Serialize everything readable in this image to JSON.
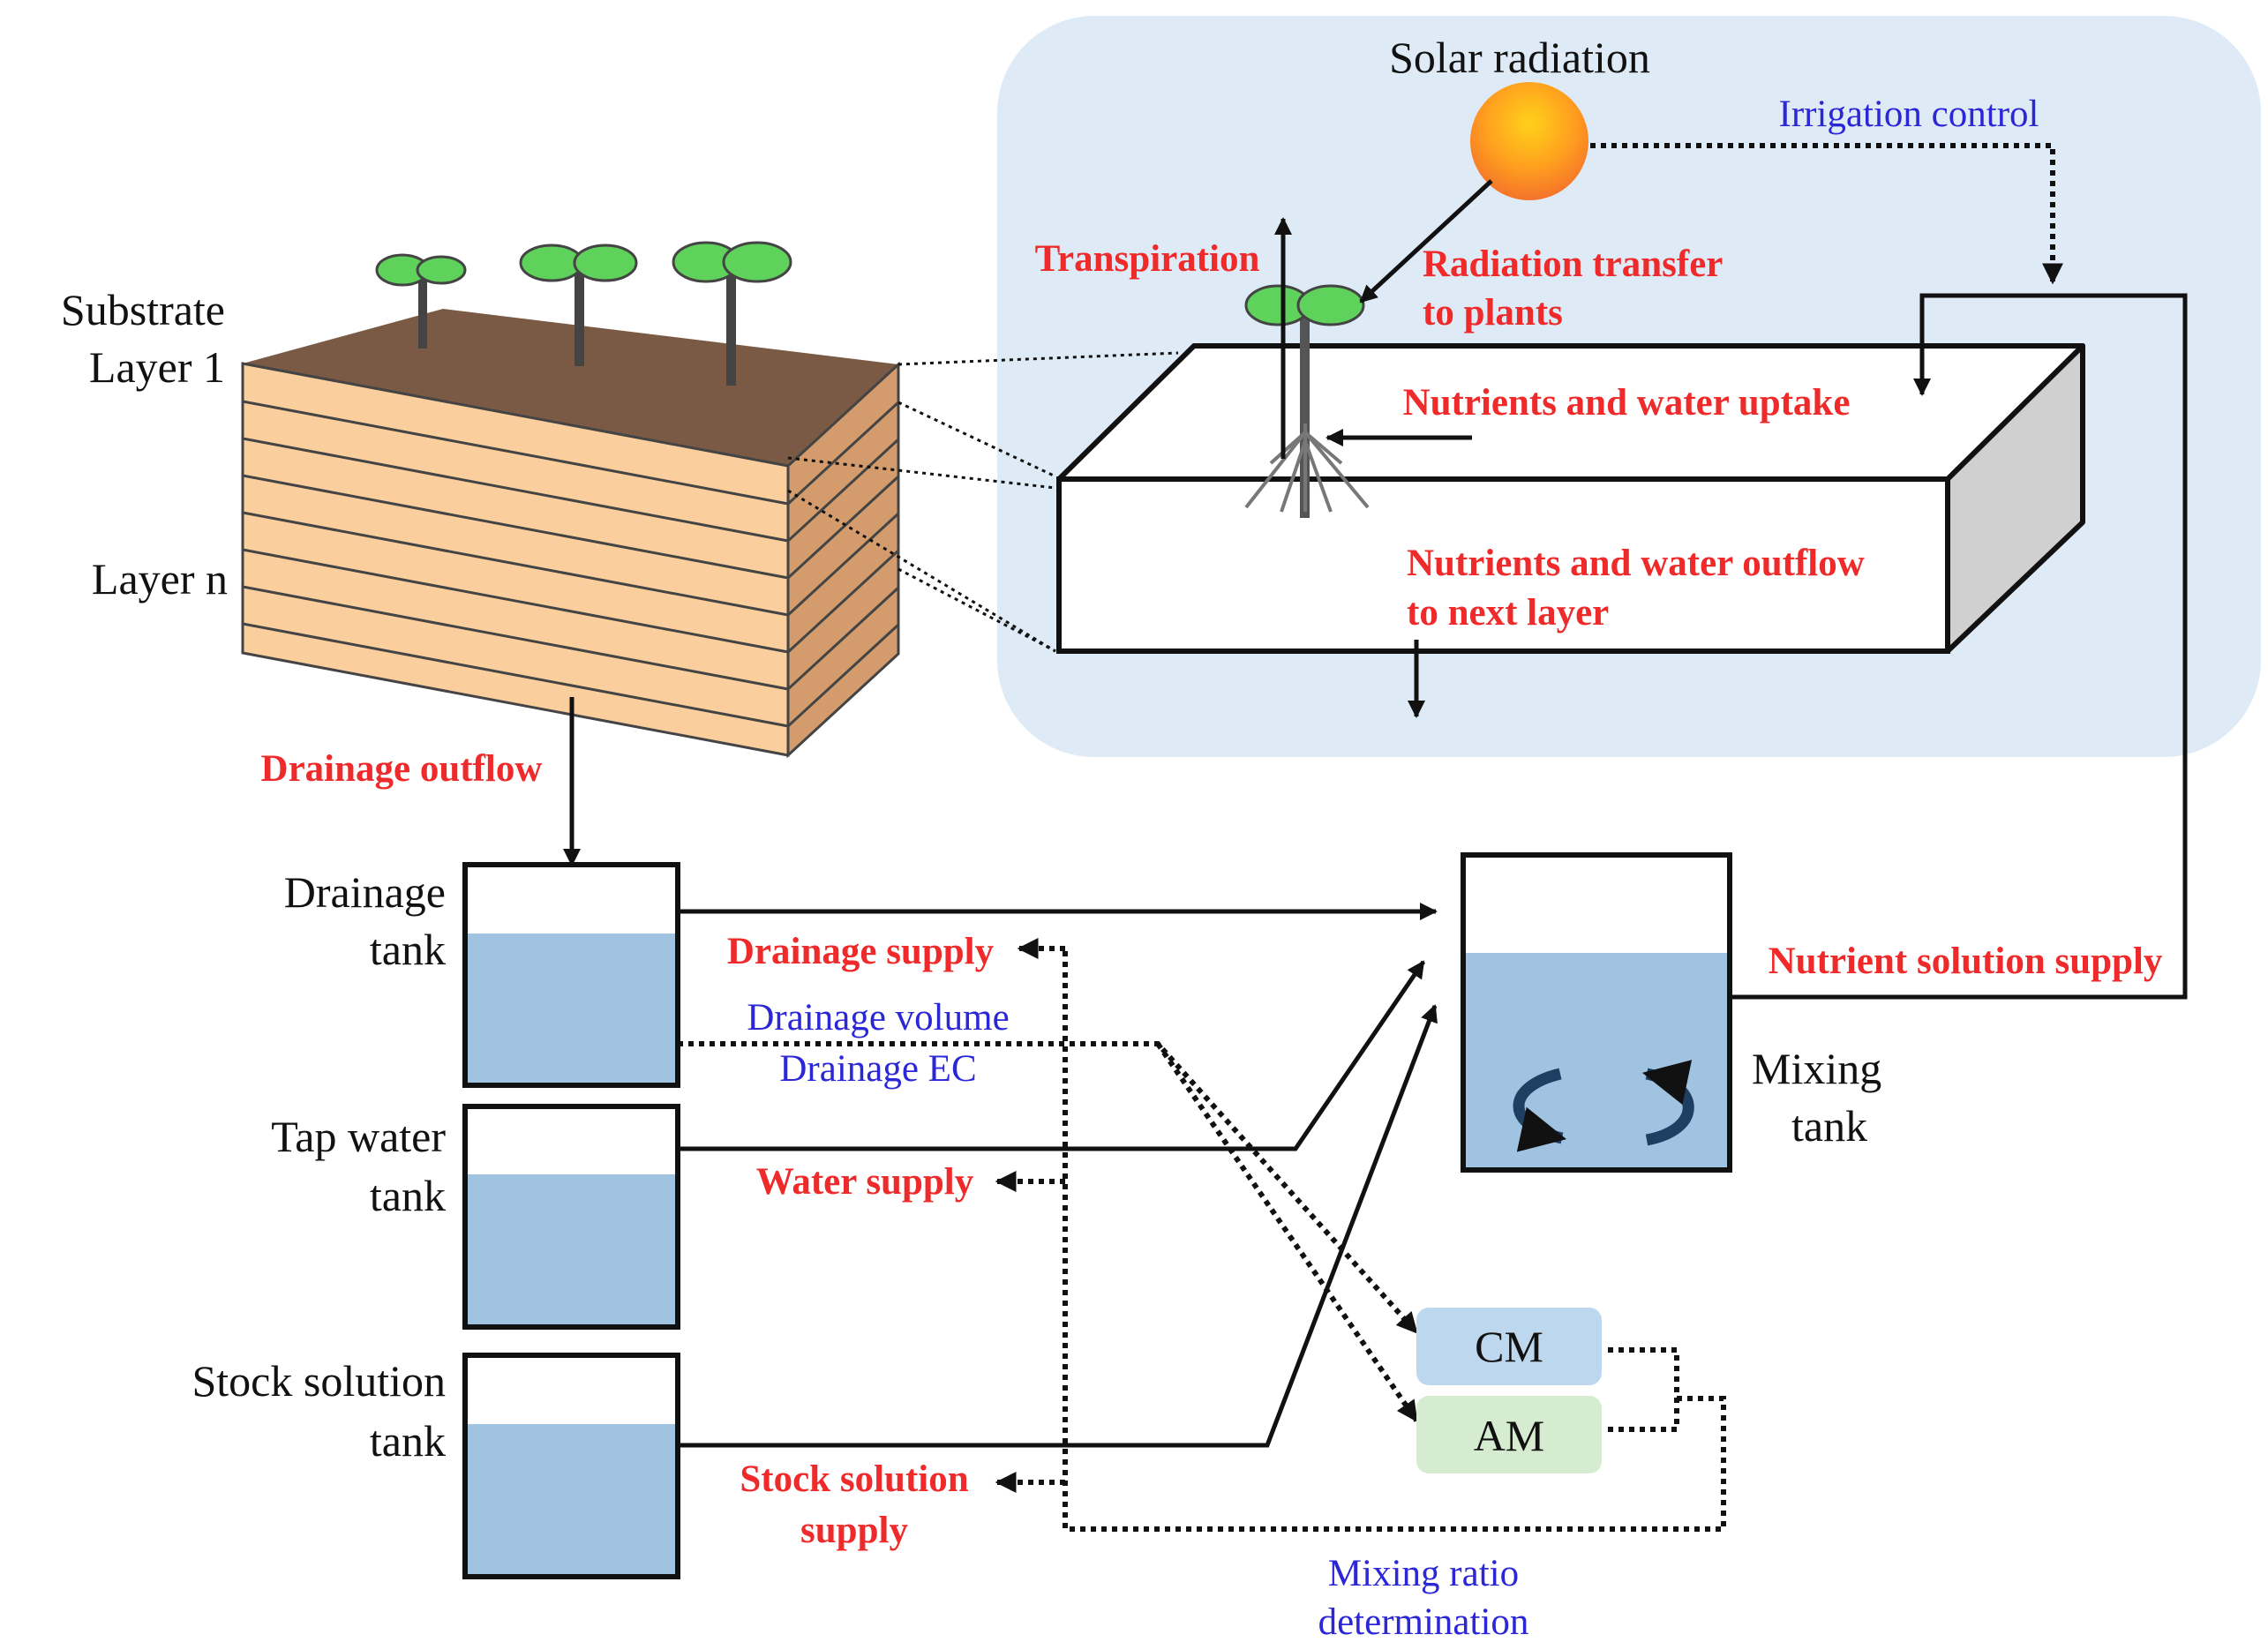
{
  "labels": {
    "solar_radiation": "Solar radiation",
    "irrigation_control": "Irrigation control",
    "transpiration": "Transpiration",
    "radiation_transfer_1": "Radiation transfer",
    "radiation_transfer_2": "to plants",
    "uptake": "Nutrients and water uptake",
    "outflow_1": "Nutrients and water outflow",
    "outflow_2": "to next layer",
    "substrate_1": "Substrate",
    "substrate_2": "Layer 1",
    "layer_n": "Layer n",
    "drainage_outflow": "Drainage outflow",
    "drainage_tank_1": "Drainage",
    "drainage_tank_2": "tank",
    "tap_tank_1": "Tap water",
    "tap_tank_2": "tank",
    "stock_tank_1": "Stock solution",
    "stock_tank_2": "tank",
    "drainage_supply": "Drainage supply",
    "drainage_volume": "Drainage volume",
    "drainage_ec": "Drainage EC",
    "water_supply": "Water supply",
    "stock_supply_1": "Stock solution",
    "stock_supply_2": "supply",
    "nutrient_supply": "Nutrient solution supply",
    "mixing_tank_1": "Mixing",
    "mixing_tank_2": "tank",
    "cm": "CM",
    "am": "AM",
    "mixing_ratio_1": "Mixing ratio",
    "mixing_ratio_2": "determination"
  },
  "colors": {
    "sky_panel": "#deebf7",
    "water": "#9fc3e0",
    "soil_top": "#7a5a44",
    "substrate_side": "#fbcf9d",
    "leaf": "#5ed25a",
    "cm_box": "#bdd7ee",
    "am_box": "#d5ecd0",
    "red_label": "#ee2a2a",
    "blue_label": "#2b27d6",
    "mixing_arrows": "#1f3f62"
  }
}
